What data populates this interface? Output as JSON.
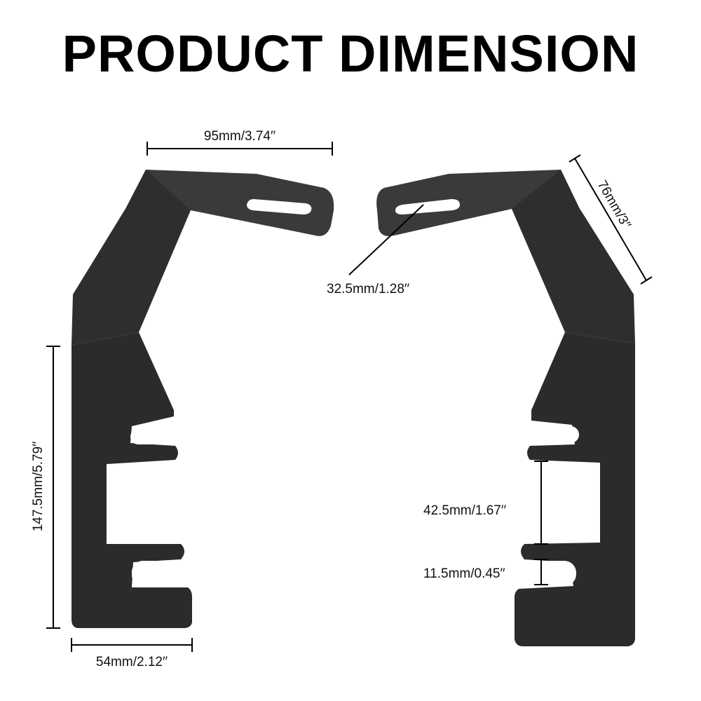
{
  "title": "PRODUCT DIMENSION",
  "dimensions": {
    "top_width": "95mm/3.74′′",
    "slot_length": "32.5mm/1.28′′",
    "side_length": "76mm/3′′",
    "height": "147.5mm/5.79′′",
    "base_width": "54mm/2.12′′",
    "gap_height": "42.5mm/1.67′′",
    "slot_width": "11.5mm/0.45′′"
  },
  "colors": {
    "bracket": "#2b2b2b",
    "bracket_shade": "#3a3a3a",
    "line": "#000000"
  }
}
